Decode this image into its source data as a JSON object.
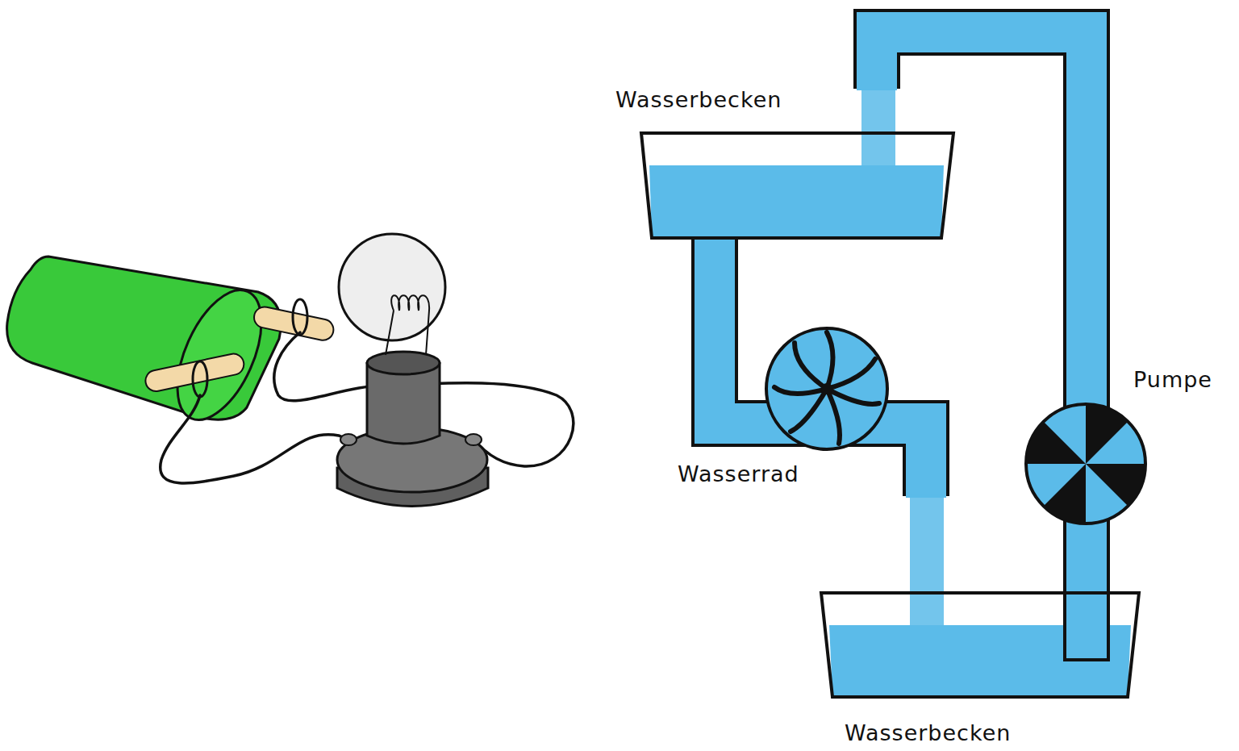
{
  "diagram": {
    "labels": [
      "Wasserbecken",
      "Wasserrad",
      "Pumpe",
      "Wasserbecken"
    ]
  }
}
